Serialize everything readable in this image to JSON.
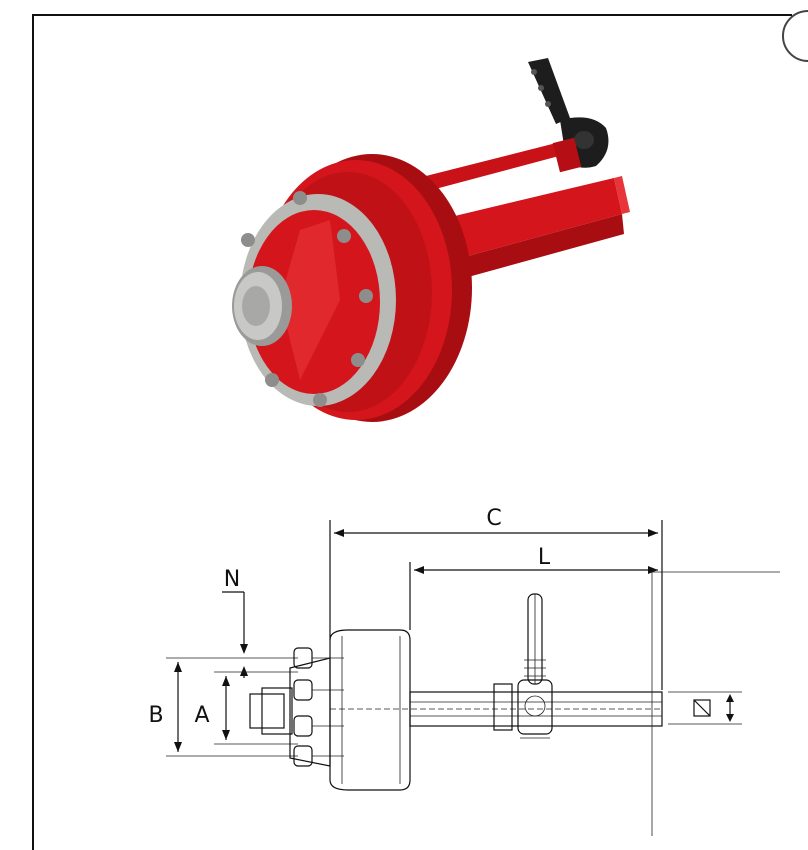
{
  "dimensions": {
    "c": "C",
    "l": "L",
    "n": "N",
    "b": "B",
    "a": "A"
  },
  "colors": {
    "axle_red": "#d4151b",
    "axle_dark_red": "#a80d12",
    "hub_steel": "#b9b9b6",
    "bolt_steel": "#8d8e8c",
    "lever_black": "#1d1d1d"
  },
  "icons": {
    "square_section": "square-section-icon"
  }
}
